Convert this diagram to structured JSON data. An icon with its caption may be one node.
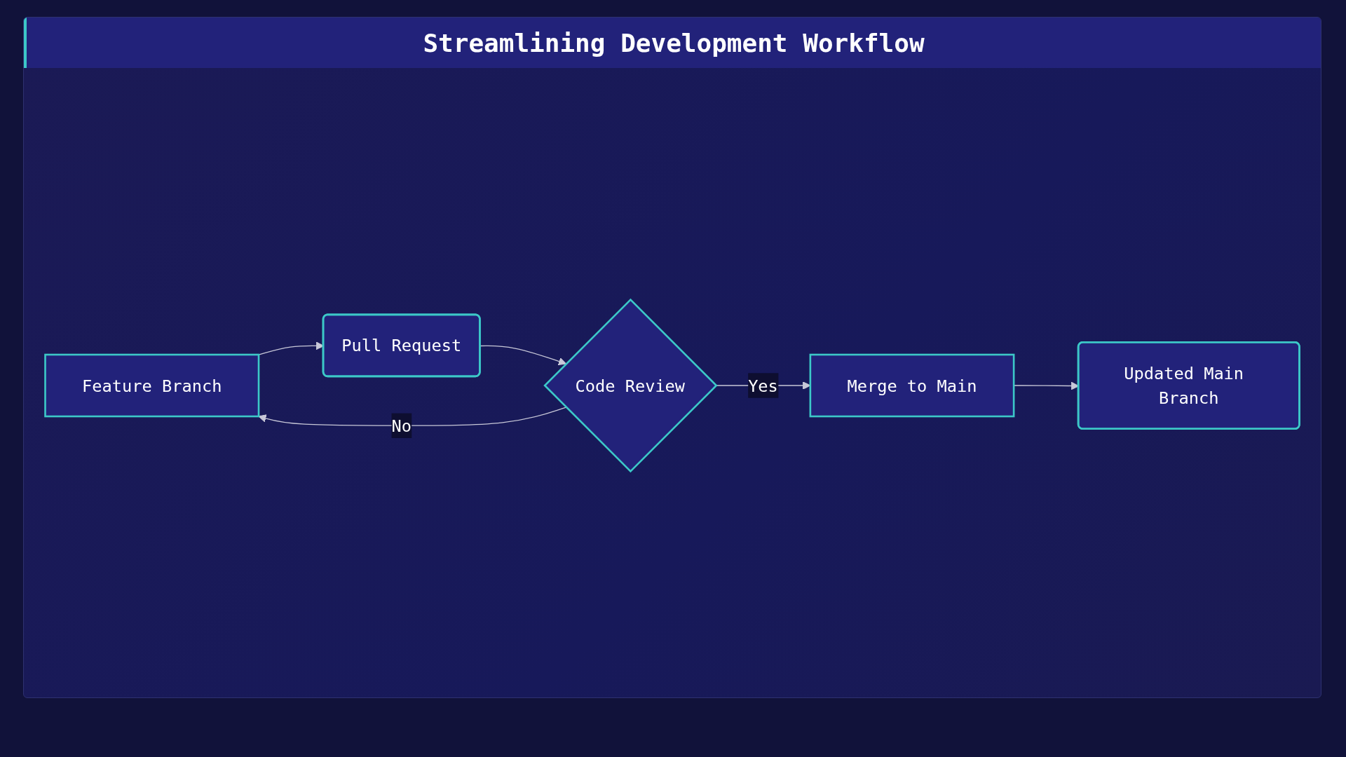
{
  "diagram": {
    "title": "Streamlining Development Workflow",
    "nodes": [
      {
        "text": [
          "Feature Branch"
        ]
      },
      {
        "text": [
          "Pull Request"
        ]
      },
      {
        "text": [
          "Code Review"
        ]
      },
      {
        "text": [
          "Merge to Main"
        ]
      },
      {
        "text": [
          "Updated Main Branch"
        ]
      }
    ],
    "edges": [
      {
        "from": 0,
        "to": 1,
        "arrow": "to"
      },
      {
        "from": 1,
        "to": 2,
        "arrow": "to"
      },
      {
        "from": 2,
        "to": 0,
        "label": "No",
        "arrow": "to"
      },
      {
        "from": 2,
        "to": 3,
        "label": "Yes",
        "arrow": "to"
      },
      {
        "from": 3,
        "to": 4,
        "arrow": "to"
      }
    ]
  }
}
